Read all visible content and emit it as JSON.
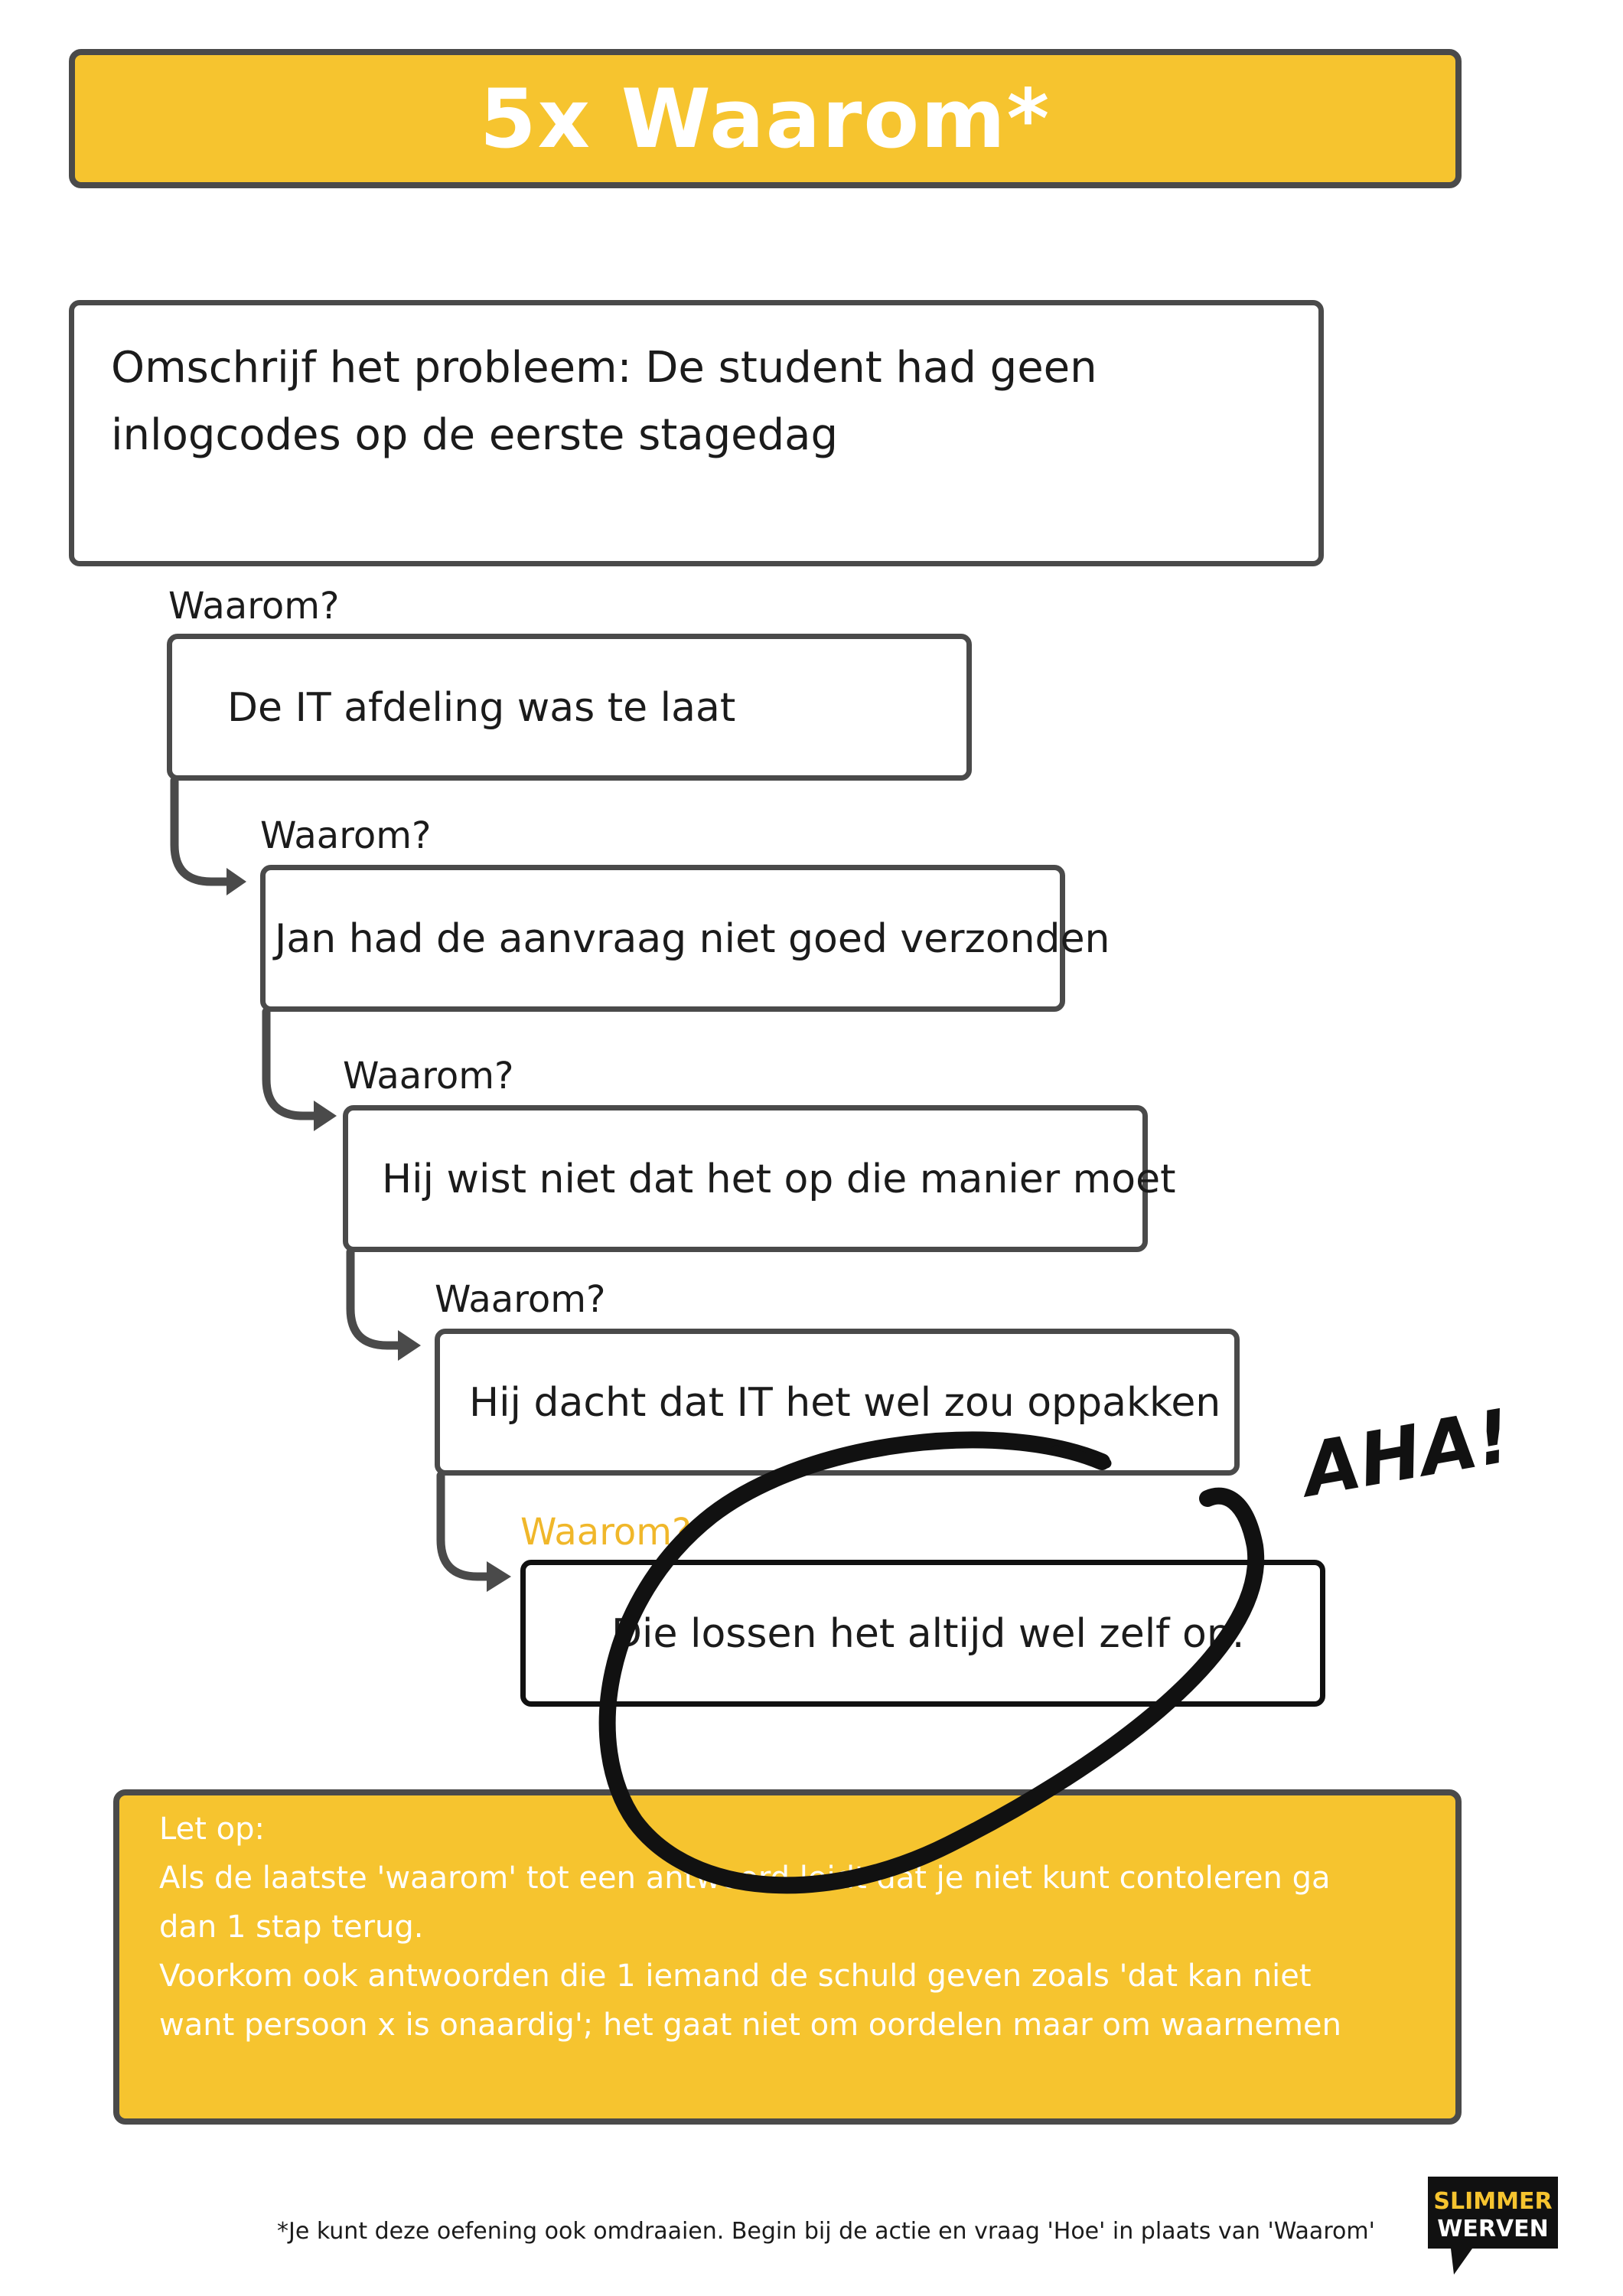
{
  "title": "5x Waarom*",
  "problem": {
    "text": "Omschrijf het probleem: De student had geen inlogcodes op de eerste stagedag"
  },
  "steps": [
    {
      "why": "Waarom?",
      "answer": "De IT afdeling was te laat"
    },
    {
      "why": "Waarom?",
      "answer": "Jan had de aanvraag niet goed verzonden"
    },
    {
      "why": "Waarom?",
      "answer": "Hij wist niet dat het op die manier moet"
    },
    {
      "why": "Waarom?",
      "answer": "Hij dacht dat IT het wel zou oppakken"
    },
    {
      "why": "Waarom?",
      "answer": "Die lossen het altijd wel zelf op."
    }
  ],
  "aha": "AHA!",
  "note": {
    "heading": "Let op:",
    "lines": [
      "Als de laatste 'waarom' tot een antwoord leidt dat je niet kunt contoleren ga",
      "dan 1 stap terug.",
      "Voorkom ook antwoorden die 1 iemand de schuld geven zoals 'dat kan niet",
      "want persoon x is onaardig'; het gaat niet om oordelen maar om waarnemen"
    ]
  },
  "footnote": "*Je kunt deze oefening ook omdraaien. Begin bij de actie en vraag 'Hoe' in plaats van 'Waarom'",
  "logo": {
    "line1": "SLIMMER",
    "line2": "WERVEN"
  },
  "colors": {
    "yellow": "#f6c42f",
    "border": "#4a4a4a",
    "accent_why": "#f0b72a",
    "ink": "#111111"
  }
}
